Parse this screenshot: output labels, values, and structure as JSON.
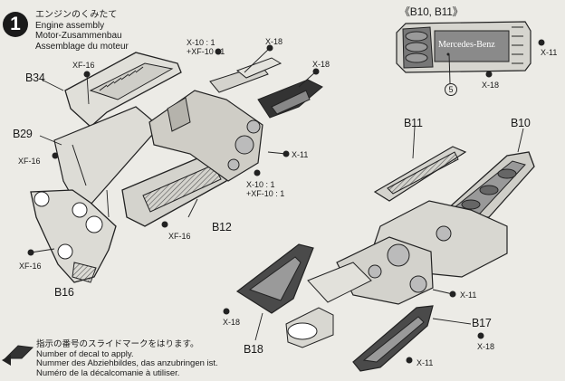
{
  "step": {
    "number": "1"
  },
  "title": {
    "jp": "エンジンのくみたて",
    "en": "Engine assembly",
    "de": "Motor-Zusammenbau",
    "fr": "Assemblage du moteur"
  },
  "inset": {
    "label": "《B10, B11》",
    "plate_text": "Mercedes-Benz",
    "decal_number": "5"
  },
  "parts": {
    "b34": "B34",
    "b29": "B29",
    "b16": "B16",
    "b12": "B12",
    "b11": "B11",
    "b10": "B10",
    "b18": "B18",
    "b17": "B17"
  },
  "screws": {
    "x10_xf10_top": "X-10 : 1\n+XF-10 : 1",
    "x18_top": "X-18",
    "x18_top2": "X-18",
    "x11_inset": "X-11",
    "x18_inset": "X-18",
    "xf16_top": "XF-16",
    "xf16_left": "XF-16",
    "xf16_mid": "XF-16",
    "xf16_bottom": "XF-16",
    "x11_mid": "X-11",
    "x10_xf10_mid": "X-10 : 1\n+XF-10 : 1",
    "x11_right": "X-11",
    "x18_bottom": "X-18",
    "x18_right": "X-18",
    "x11_bottom": "X-11"
  },
  "decal_note": {
    "jp": "指示の番号のスライドマークをはります。",
    "en": "Number of decal to apply.",
    "de": "Nummer des Abziehbildes, das anzubringen ist.",
    "fr": "Numéro de la décalcomanie à utiliser."
  }
}
